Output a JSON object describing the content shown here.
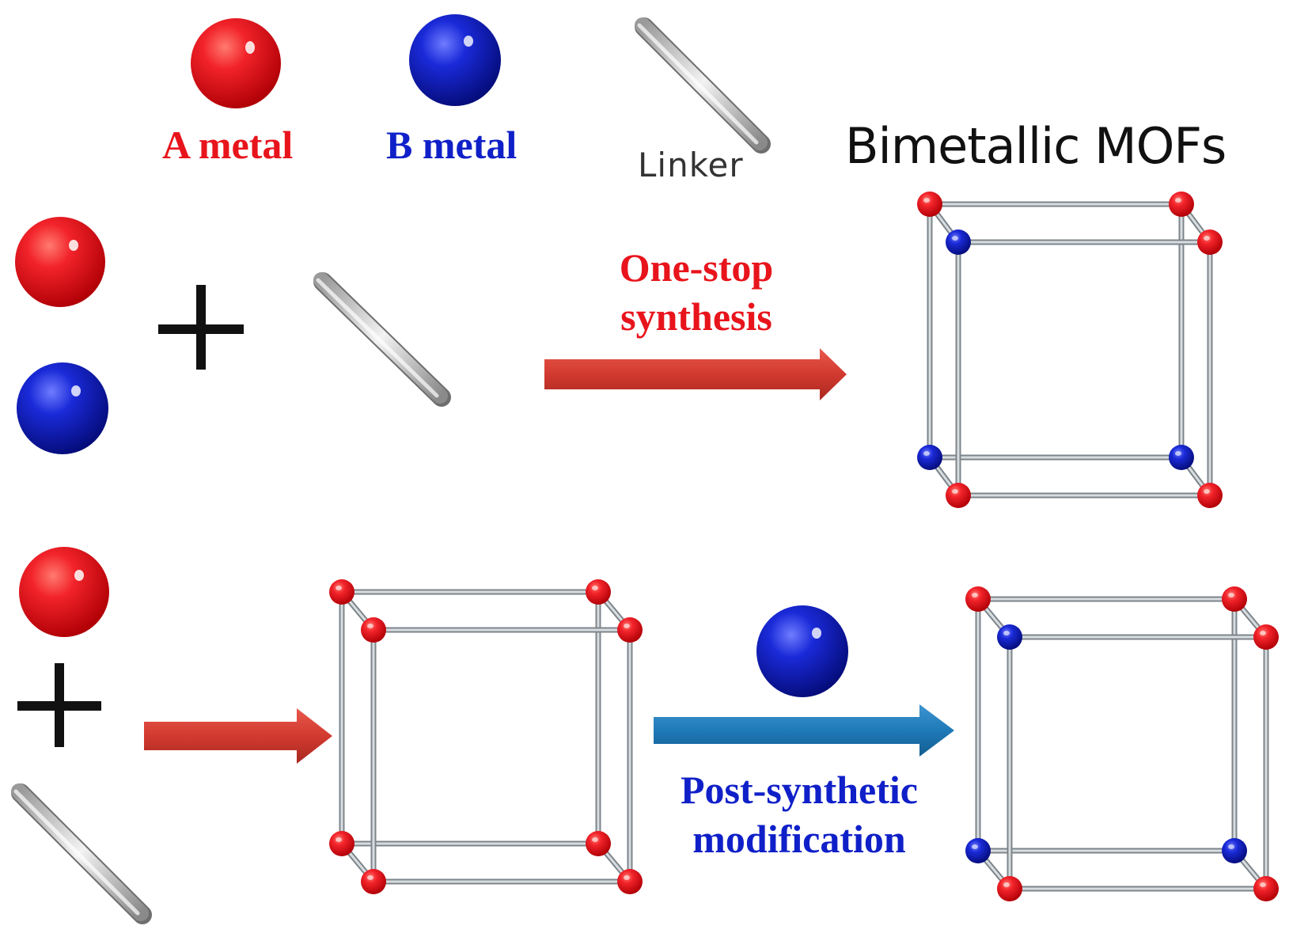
{
  "legend": {
    "a_metal": "A metal",
    "b_metal": "B metal",
    "linker": "Linker"
  },
  "title": "Bimetallic MOFs",
  "process_one_stop": {
    "line1": "One-stop",
    "line2": "synthesis"
  },
  "process_post": {
    "line1": "Post-synthetic",
    "line2": "modification"
  },
  "colors": {
    "a_metal": "#e8141c",
    "b_metal": "#1020c8",
    "one_stop_arrow": "#d23a30",
    "post_arrow": "#1f7ab8",
    "linker": "#c8c8c8",
    "frame": "#b0b6ba"
  }
}
